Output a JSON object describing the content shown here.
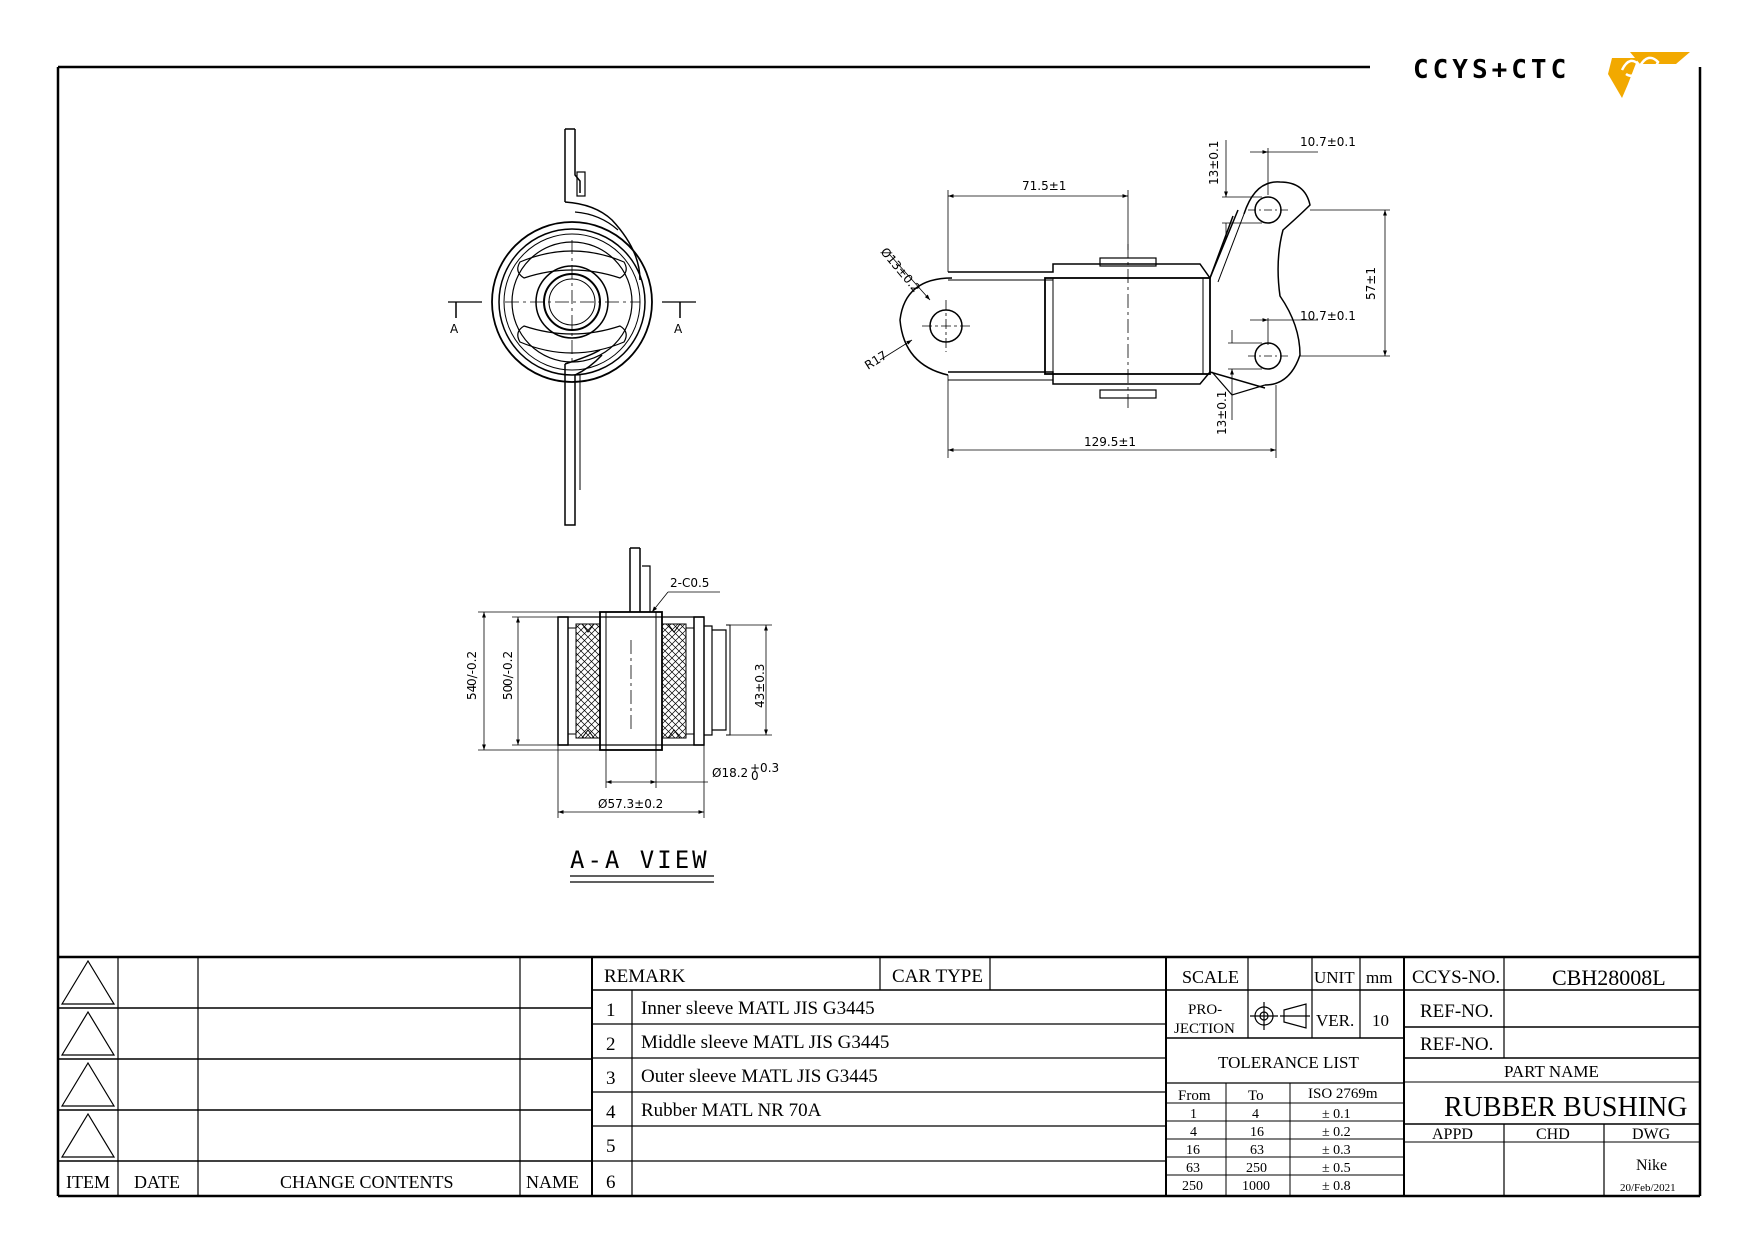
{
  "logo": {
    "text": "CCYS+CTC",
    "accent": "#F2A900",
    "text_color": "#555555"
  },
  "views": {
    "aa_view_label": "A-A VIEW",
    "section_marker": "A"
  },
  "dimensions": {
    "top_hole_offset": "10.7±0.1",
    "top_hole_height": "13±0.1",
    "arm_length": "71.5±1",
    "pin_diameter": "Ø13±0.2",
    "bracket_height": "57±1",
    "bottom_hole_offset": "10.7±0.1",
    "radius": "R17",
    "bottom_hole_height": "13±0.1",
    "overall_length": "129.5±1",
    "chamfer": "2-C0.5",
    "outer_length": "54",
    "outer_length_tol": "0/-0.2",
    "inner_length": "50",
    "inner_length_tol": "0/-0.2",
    "middle_length": "43±0.3",
    "bore_diameter": "Ø18.2",
    "bore_tol_upper": "+0.3",
    "bore_tol_lower": "0",
    "outer_diameter": "Ø57.3±0.2"
  },
  "revision_table": {
    "headers": {
      "item": "ITEM",
      "date": "DATE",
      "change": "CHANGE CONTENTS",
      "name": "NAME"
    }
  },
  "remarks": {
    "header": "REMARK",
    "car_type_label": "CAR TYPE",
    "car_type_value": "",
    "items": [
      {
        "no": "1",
        "text": "Inner sleeve MATL JIS G3445"
      },
      {
        "no": "2",
        "text": "Middle sleeve MATL JIS G3445"
      },
      {
        "no": "3",
        "text": "Outer sleeve MATL JIS G3445"
      },
      {
        "no": "4",
        "text": "Rubber MATL NR 70A"
      },
      {
        "no": "5",
        "text": ""
      },
      {
        "no": "6",
        "text": ""
      }
    ]
  },
  "spec": {
    "scale_label": "SCALE",
    "scale_value": "",
    "unit_label": "UNIT",
    "unit_value": "mm",
    "projection_label_1": "PRO-",
    "projection_label_2": "JECTION",
    "ver_label": "VER.",
    "ver_value": "10",
    "tolerance_title": "TOLERANCE LIST",
    "tolerance_headers": {
      "from": "From",
      "to": "To",
      "iso": "ISO 2769m"
    },
    "tolerance_rows": [
      {
        "from": "1",
        "to": "4",
        "tol": "± 0.1"
      },
      {
        "from": "4",
        "to": "16",
        "tol": "± 0.2"
      },
      {
        "from": "16",
        "to": "63",
        "tol": "± 0.3"
      },
      {
        "from": "63",
        "to": "250",
        "tol": "± 0.5"
      },
      {
        "from": "250",
        "to": "1000",
        "tol": "± 0.8"
      }
    ]
  },
  "title_block": {
    "ccys_no_label": "CCYS-NO.",
    "ccys_no_value": "CBH28008L",
    "ref_no_label_1": "REF-NO.",
    "ref_no_value_1": "",
    "ref_no_label_2": "REF-NO.",
    "ref_no_value_2": "",
    "part_name_label": "PART NAME",
    "part_name_value": "RUBBER BUSHING",
    "appd_label": "APPD",
    "chd_label": "CHD",
    "dwg_label": "DWG",
    "drawn_by": "Nike",
    "date": "20/Feb/2021"
  }
}
